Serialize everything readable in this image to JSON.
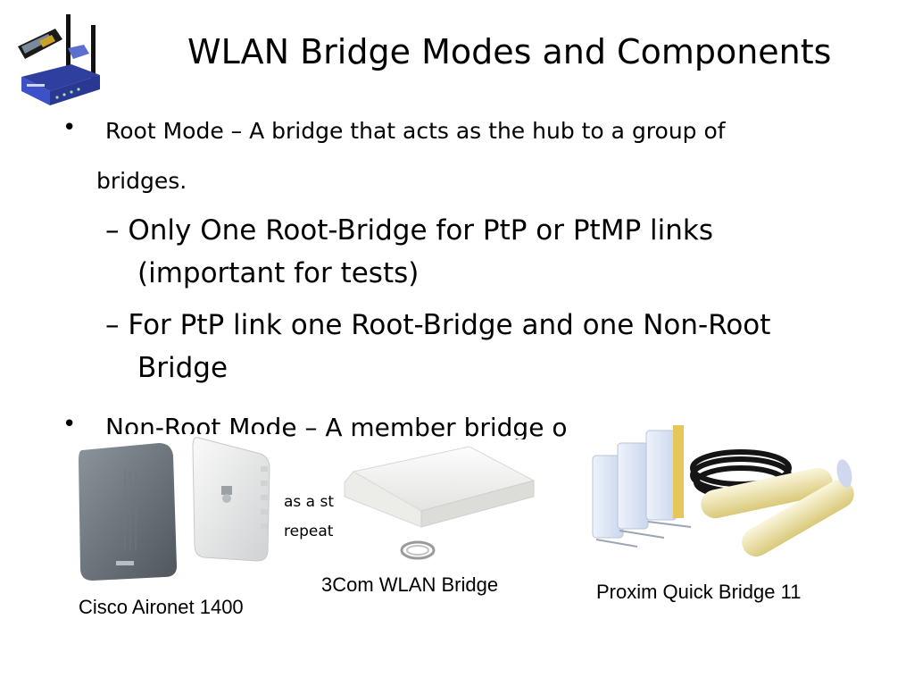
{
  "title": "WLAN Bridge Modes and Components",
  "bullets": {
    "root_mode_line1": "Root Mode – A bridge that acts as the hub to a group of",
    "root_mode_line2": "bridges.",
    "sub1_line1": "– Only One Root-Bridge for PtP or PtMP links",
    "sub1_line2": "(important for tests)",
    "sub2_line1": "– For PtP link one Root-Bridge and one Non-Root",
    "sub2_line2": "Bridge",
    "non_root_partial": "Non-Root Mode – A member bridge o",
    "partial_1": "as a st",
    "partial_2": "repeat"
  },
  "captions": {
    "cisco": "Cisco Aironet 1400",
    "threecom": "3Com WLAN Bridge",
    "proxim": "Proxim Quick Bridge 11"
  },
  "icons": [
    "router-logo-icon",
    "cisco-aironet-device-icon",
    "threecom-bridge-device-icon",
    "proxim-bridge-device-icon"
  ]
}
